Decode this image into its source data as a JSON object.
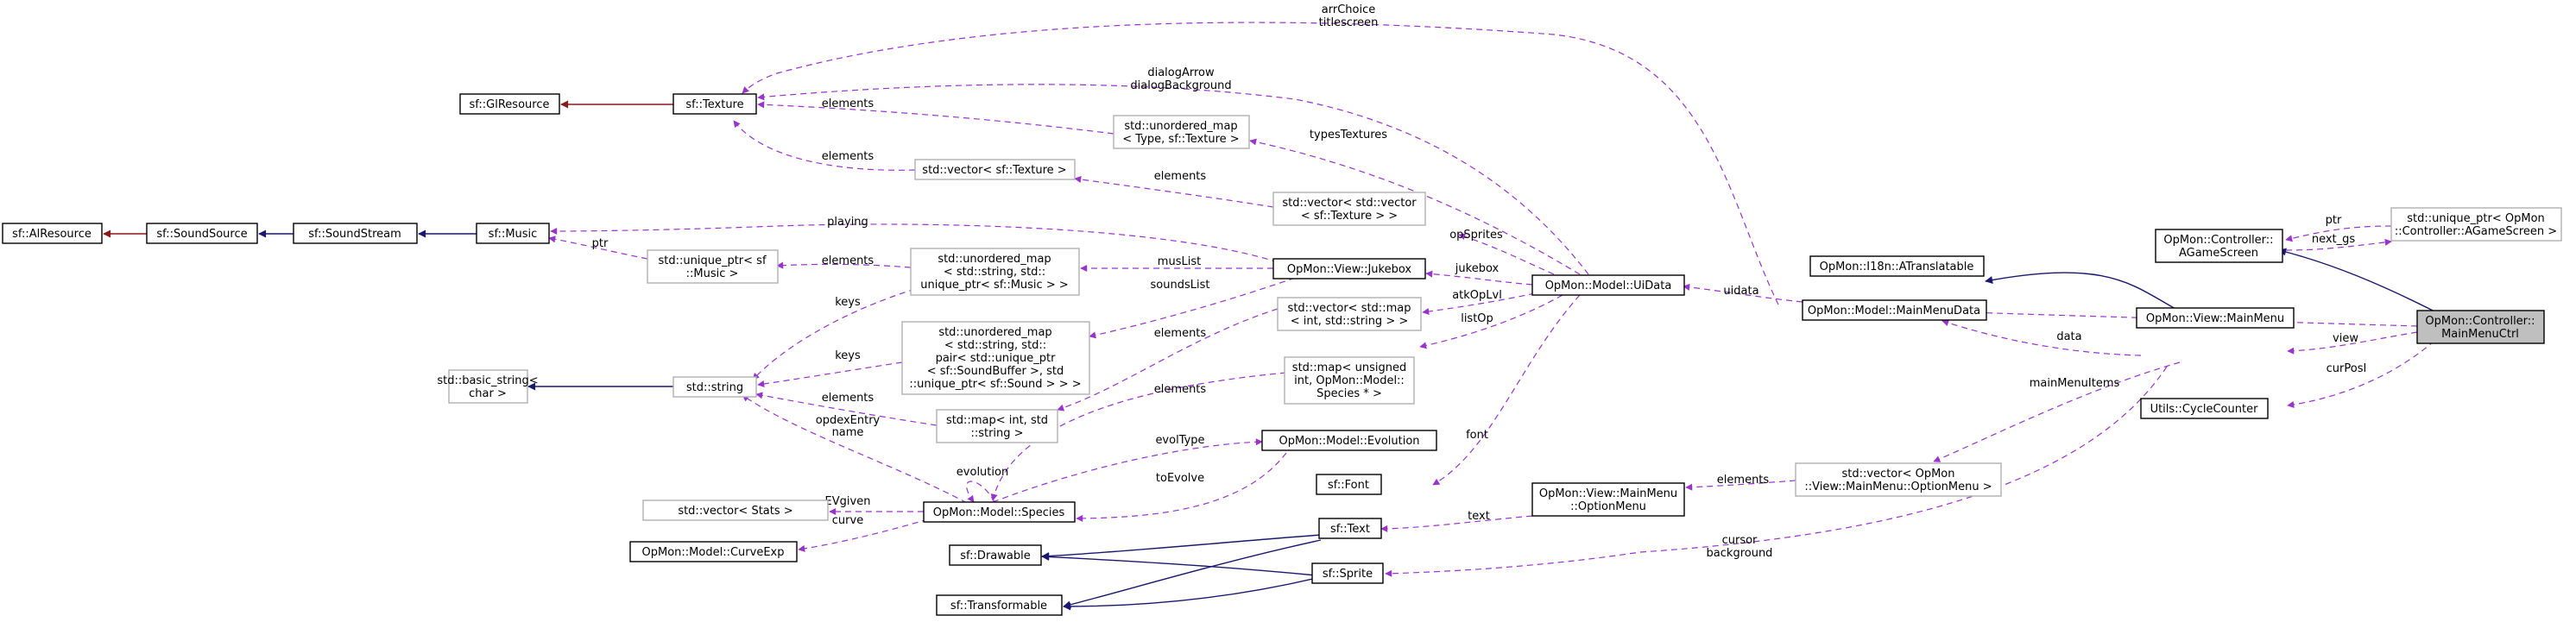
{
  "nodes": {
    "MainMenuCtrl": [
      "OpMon::Controller::",
      "MainMenuCtrl"
    ],
    "UniquePtrAGameScreen": [
      "std::unique_ptr< OpMon",
      "::Controller::AGameScreen >"
    ],
    "AGameScreen": [
      "OpMon::Controller::",
      "AGameScreen"
    ],
    "I18nATranslatable": [
      "OpMon::I18n::ATranslatable"
    ],
    "ViewMainMenu": [
      "OpMon::View::MainMenu"
    ],
    "CycleCounter": [
      "Utils::CycleCounter"
    ],
    "MainMenuData": [
      "OpMon::Model::MainMenuData"
    ],
    "UiData": [
      "OpMon::Model::UiData"
    ],
    "VectorOptionMenu": [
      "std::vector< OpMon",
      "::View::MainMenu::OptionMenu >"
    ],
    "OptionMenu": [
      "OpMon::View::MainMenu",
      "::OptionMenu"
    ],
    "Texture": [
      "sf::Texture"
    ],
    "GlResource": [
      "sf::GlResource"
    ],
    "UnorderedMapType": [
      "std::unordered_map",
      "< Type, sf::Texture >"
    ],
    "VectorTexture": [
      "std::vector< sf::Texture >"
    ],
    "VectorVectorTexture": [
      "std::vector< std::vector",
      "< sf::Texture > >"
    ],
    "Jukebox": [
      "OpMon::View::Jukebox"
    ],
    "VectorMapIntString": [
      "std::vector< std::map",
      "< int, std::string > >"
    ],
    "MapSpecies": [
      "std::map< unsigned",
      " int, OpMon::Model::",
      "Species * >"
    ],
    "Evolution": [
      "OpMon::Model::Evolution"
    ],
    "Font": [
      "sf::Font"
    ],
    "Text": [
      "sf::Text"
    ],
    "Sprite": [
      "sf::Sprite"
    ],
    "Drawable": [
      "sf::Drawable"
    ],
    "Transformable": [
      "sf::Transformable"
    ],
    "Species": [
      "OpMon::Model::Species"
    ],
    "VectorStats": [
      "std::vector< Stats >"
    ],
    "CurveExp": [
      "OpMon::Model::CurveExp"
    ],
    "MapIntString": [
      "std::map< int, std",
      "::string >"
    ],
    "UMapSoundBuffer": [
      "std::unordered_map",
      "< std::string, std::",
      "pair< std::unique_ptr",
      "< sf::SoundBuffer >, std",
      "::unique_ptr< sf::Sound > > >"
    ],
    "UMapMusic": [
      "std::unordered_map",
      "< std::string, std::",
      "unique_ptr< sf::Music > >"
    ],
    "UniquePtrMusic": [
      "std::unique_ptr< sf",
      "::Music >"
    ],
    "StdString": [
      "std::string"
    ],
    "BasicString": [
      "std::basic_string<",
      "char >"
    ],
    "Music": [
      "sf::Music"
    ],
    "SoundStream": [
      "sf::SoundStream"
    ],
    "SoundSource": [
      "sf::SoundSource"
    ],
    "AlResource": [
      "sf::AlResource"
    ]
  },
  "edge_labels": {
    "ptr": "ptr",
    "next_gs": "next_gs",
    "data_ctrl": "data",
    "view": "view",
    "curPosI": "curPosI",
    "data_view": "data",
    "uidata": "uidata",
    "mainMenuItems": "mainMenuItems",
    "cursor_background": [
      "cursor",
      "background"
    ],
    "elements_optmenu": "elements",
    "text": "text",
    "arrChoice_titlescreen": [
      "arrChoice",
      "titlescreen"
    ],
    "dialogArrow_dialogBackground": [
      "dialogArrow",
      "dialogBackground"
    ],
    "elements_umaptype": "elements",
    "typesTextures": "typesTextures",
    "elements_vectex": "elements",
    "elements_vecvec": "elements",
    "opSprites": "opSprites",
    "playing": "playing",
    "musList": "musList",
    "jukebox": "jukebox",
    "soundsList": "soundsList",
    "elements_musicmap": "elements",
    "ptr_music": "ptr",
    "keys_1": "keys",
    "keys_2": "keys",
    "elements_vecmap": "elements",
    "atkOpLvl": "atkOpLvl",
    "listOp": "listOp",
    "elements_mapint": "elements",
    "elements_mapspecies": "elements",
    "opdexEntry_name": [
      "opdexEntry",
      "name"
    ],
    "evolution": "evolution",
    "evolType": "evolType",
    "toEvolve": "toEvolve",
    "font": "font",
    "EVgiven": "EVgiven",
    "curve": "curve"
  },
  "colors": {
    "dependency": "#9a32cd",
    "inheritance": "#191970",
    "external_inheritance": "#8b1a1a",
    "focus_fill": "#bfbfbf",
    "ghost_border": "#b0b0b0"
  }
}
